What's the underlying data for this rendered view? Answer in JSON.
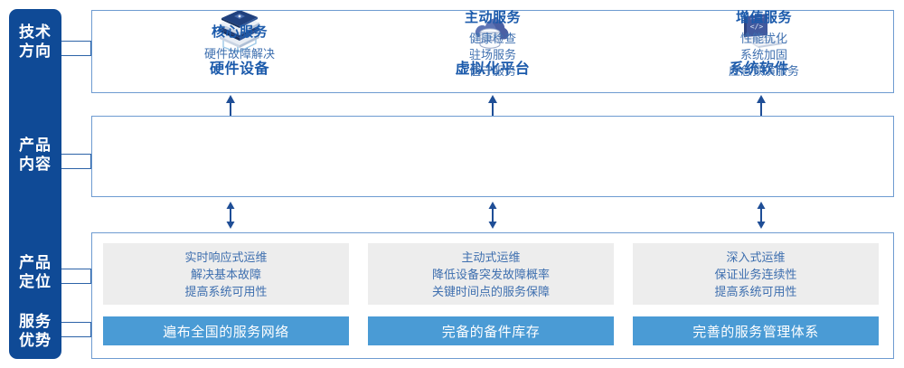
{
  "rail": {
    "items": [
      {
        "id": "tech-direction",
        "line1": "技术",
        "line2": "方向"
      },
      {
        "id": "product-content",
        "line1": "产品",
        "line2": "内容"
      },
      {
        "id": "product-position",
        "line1": "产品",
        "line2": "定位"
      },
      {
        "id": "service-advantage",
        "line1": "服务",
        "line2": "优势"
      }
    ]
  },
  "tech_row": {
    "columns": [
      {
        "icon": "server-stack-icon",
        "title": "硬件设备"
      },
      {
        "icon": "cloud-database-icon",
        "title": "虚拟化平台"
      },
      {
        "icon": "laptop-code-icon",
        "title": "系统软件"
      }
    ]
  },
  "content_row": {
    "columns": [
      {
        "title": "核心服务",
        "items": [
          "硬件故障解决"
        ]
      },
      {
        "title": "主动服务",
        "items": [
          "健康检查",
          "驻场服务",
          "值守服务"
        ]
      },
      {
        "title": "增值服务",
        "items": [
          "性能优化",
          "系统加固",
          "应急预演服务"
        ]
      }
    ]
  },
  "bottom_row": {
    "positions": [
      {
        "lines": [
          "实时响应式运维",
          "解决基本故障",
          "提高系统可用性"
        ]
      },
      {
        "lines": [
          "主动式运维",
          "降低设备突发故障概率",
          "关键时间点的服务保障"
        ]
      },
      {
        "lines": [
          "深入式运维",
          "保证业务连续性",
          "提高系统可用性"
        ]
      }
    ],
    "advantages": [
      "遍布全国的服务网络",
      "完备的备件库存",
      "完善的服务管理体系"
    ]
  },
  "colors": {
    "rail_bg": "#0F4A96",
    "panel_border": "#6E9BD1",
    "title_blue": "#1B5AAB",
    "text_blue": "#3E6FAF",
    "bar_blue": "#4A9BD5",
    "box_gray": "#EDEDED",
    "arrow_navy": "#1F4E96"
  }
}
